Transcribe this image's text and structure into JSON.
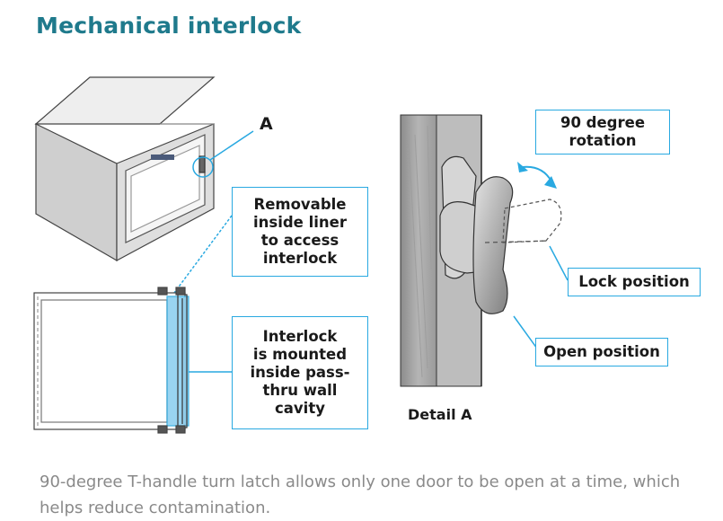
{
  "title": "Mechanical interlock",
  "callouts": {
    "liner": [
      "Removable",
      "inside liner",
      "to access",
      "interlock"
    ],
    "interlock": [
      "Interlock",
      "is mounted",
      "inside pass-",
      "thru wall",
      "cavity"
    ],
    "rotation": [
      "90 degree",
      "rotation"
    ],
    "lock": "Lock position",
    "open": "Open position"
  },
  "labels": {
    "a": "A",
    "detail": "Detail A"
  },
  "caption": "90-degree T-handle turn latch allows only one door to be open at a time, which helps reduce contamination.",
  "colors": {
    "title": "#1f7a8c",
    "callout_border": "#29a9e1",
    "highlight": "#8fd0f0",
    "caption": "#8a8a8a"
  }
}
